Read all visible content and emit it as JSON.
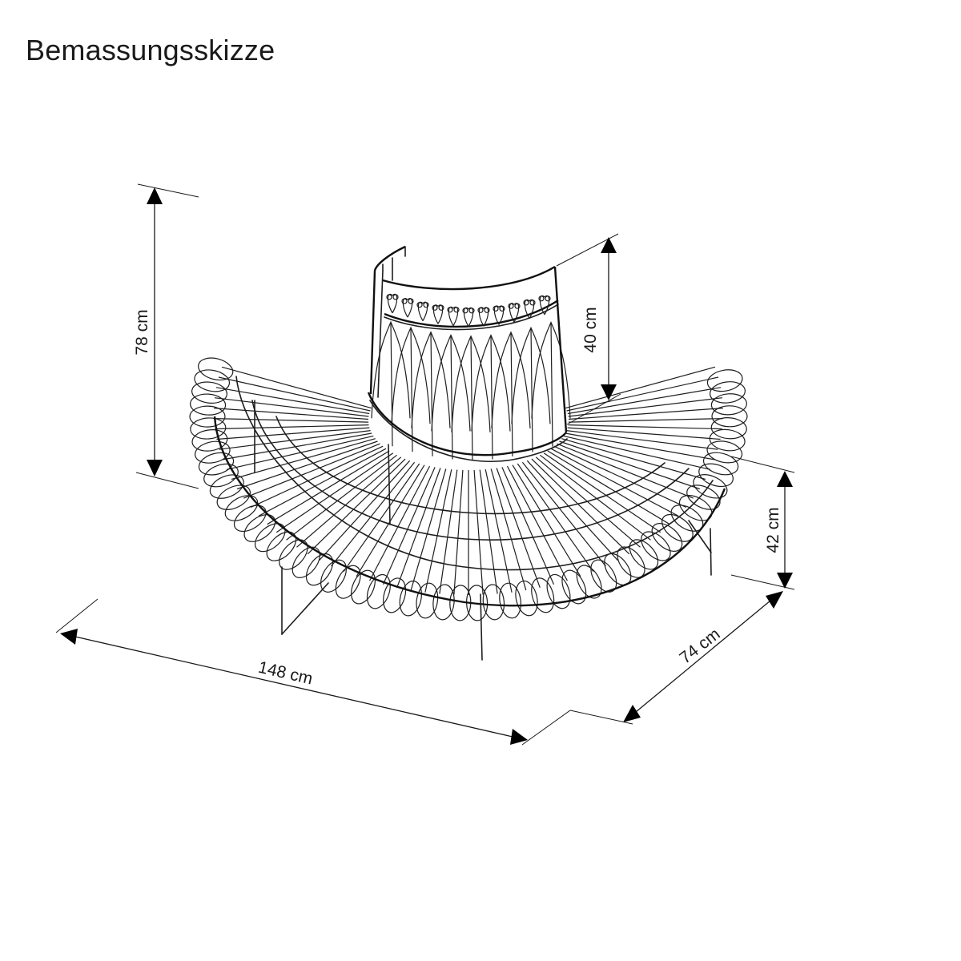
{
  "title": "Bemassungsskizze",
  "dimensions": {
    "total_height": "78 cm",
    "backrest_height": "40 cm",
    "seat_height": "42 cm",
    "width": "148 cm",
    "depth": "74 cm"
  },
  "colors": {
    "ink": "#1a1a1a",
    "background": "#ffffff"
  }
}
